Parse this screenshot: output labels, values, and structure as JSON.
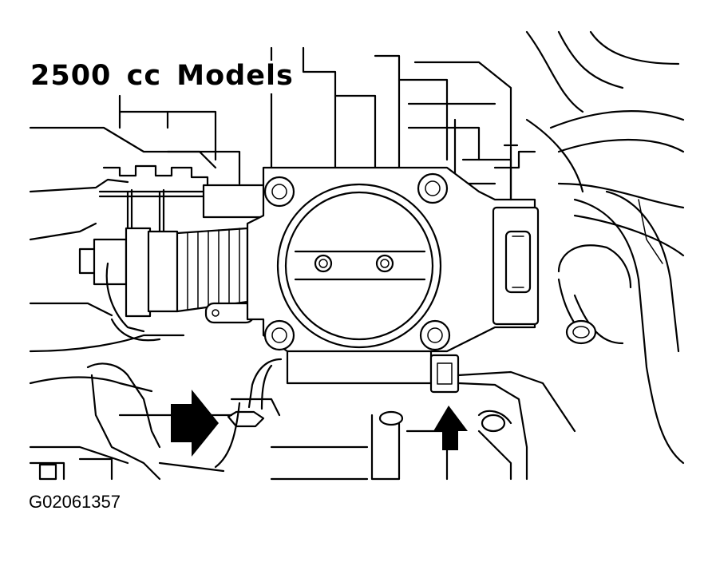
{
  "title": "2500 cc Models",
  "figure_id": "G02061357",
  "callouts": [
    {
      "name": "hose-clamp-arrow",
      "direction": "right"
    },
    {
      "name": "connector-arrow",
      "direction": "up"
    }
  ]
}
